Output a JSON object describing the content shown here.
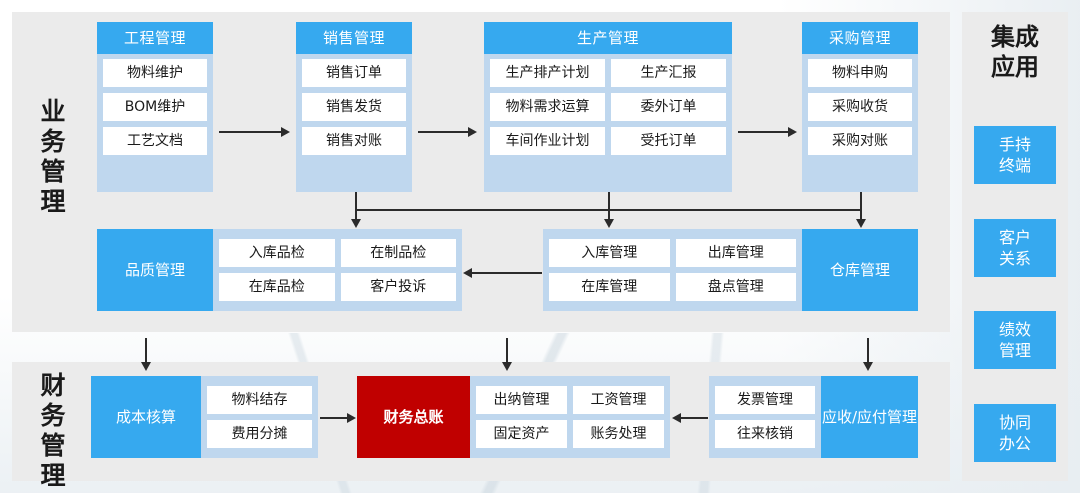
{
  "groups": {
    "business": {
      "label_chars": [
        "业",
        "务",
        "管",
        "理"
      ]
    },
    "finance": {
      "label_chars": [
        "财",
        "务",
        "管",
        "理"
      ]
    },
    "apps": {
      "title_chars": [
        "集成",
        "应用"
      ]
    }
  },
  "business_row1": [
    {
      "id": "engineering",
      "title": "工程管理",
      "items": [
        "物料维护",
        "BOM维护",
        "工艺文档"
      ]
    },
    {
      "id": "sales",
      "title": "销售管理",
      "items": [
        "销售订单",
        "销售发货",
        "销售对账"
      ]
    },
    {
      "id": "production",
      "title": "生产管理",
      "items": [
        "生产排产计划",
        "生产汇报",
        "物料需求运算",
        "委外订单",
        "车间作业计划",
        "受托订单"
      ]
    },
    {
      "id": "purchasing",
      "title": "采购管理",
      "items": [
        "物料申购",
        "采购收货",
        "采购对账"
      ]
    }
  ],
  "business_row2": [
    {
      "id": "quality",
      "anchor": "品质管理",
      "anchor_side": "left",
      "anchor_color": "#36a9ef",
      "items": [
        "入库品检",
        "在制品检",
        "在库品检",
        "客户投诉"
      ]
    },
    {
      "id": "warehouse",
      "anchor": "仓库管理",
      "anchor_side": "right",
      "anchor_color": "#36a9ef",
      "items": [
        "入库管理",
        "出库管理",
        "在库管理",
        "盘点管理"
      ]
    }
  ],
  "finance_row": [
    {
      "id": "cost-accounting",
      "anchor": "成本核算",
      "anchor_side": "left",
      "anchor_color": "#36a9ef",
      "items": [
        "物料结存",
        "费用分摊"
      ]
    },
    {
      "id": "general-ledger",
      "anchor": "财务总账",
      "anchor_side": "left",
      "anchor_color": "#c00000",
      "items": [
        "出纳管理",
        "工资管理",
        "固定资产",
        "账务处理"
      ]
    },
    {
      "id": "receivable-payable",
      "anchor": "应收/应付管理",
      "anchor_lines": [
        "应收/应付",
        "管理"
      ],
      "anchor_side": "right",
      "anchor_color": "#36a9ef",
      "items": [
        "发票管理",
        "往来核销"
      ]
    }
  ],
  "apps": [
    {
      "id": "handheld",
      "lines": [
        "手持",
        "终端"
      ]
    },
    {
      "id": "crm",
      "lines": [
        "客户",
        "关系"
      ]
    },
    {
      "id": "performance",
      "lines": [
        "绩效",
        "管理"
      ]
    },
    {
      "id": "collaborate",
      "lines": [
        "协同",
        "办公"
      ]
    }
  ],
  "colors": {
    "accent_blue": "#36a9ef",
    "card_frame": "#bfd7ee",
    "panel_bg": "#ebebeb",
    "ledger_red": "#c00000",
    "cell_bg": "#ffffff",
    "text": "#1a1a1a"
  }
}
